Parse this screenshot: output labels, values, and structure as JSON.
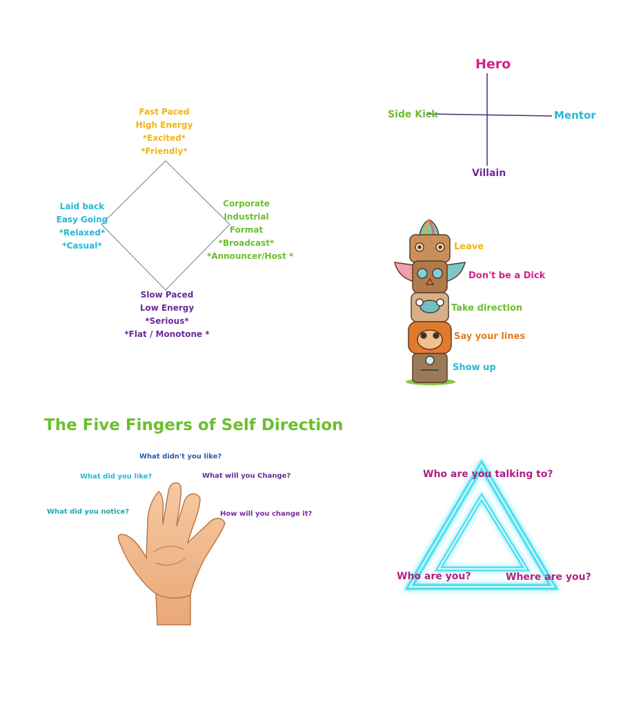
{
  "colors": {
    "yellow": "#f2b418",
    "cyan": "#25b8d4",
    "green": "#6bbf2e",
    "purple": "#6a2a9a",
    "magenta": "#d41f8a",
    "orange": "#e07b1e",
    "blue": "#2a5ba8",
    "teal": "#1aa9a6",
    "violet": "#7a2aa0"
  },
  "energy_diamond": {
    "top": [
      "Fast Paced",
      "High Energy",
      "*Excited*",
      "*Friendly*"
    ],
    "left": [
      "Laid back",
      "Easy Going",
      "*Relaxed*",
      "*Casual*"
    ],
    "right": [
      "Corporate",
      "Industrial",
      "Format",
      "*Broadcast*",
      "*Announcer/Host *"
    ],
    "bottom": [
      "Slow Paced",
      "Low Energy",
      "*Serious*",
      "*Flat / Monotone *"
    ]
  },
  "roles_cross": {
    "top": "Hero",
    "left": "Side Kick",
    "right": "Mentor",
    "bottom": "Villain"
  },
  "totem": {
    "items": [
      "Leave",
      "Don't be a Dick",
      "Take direction",
      "Say your lines",
      "Show up"
    ],
    "icon": "totem-pole-icon"
  },
  "five_fingers": {
    "title": "The Five Fingers of Self Direction",
    "questions": [
      "What didn't you like?",
      "What did you like?",
      "What will you Change?",
      "What did you notice?",
      "How will you change it?"
    ],
    "icon": "hand-icon"
  },
  "triangle": {
    "top": "Who are you talking to?",
    "left": "Who are you?",
    "right": "Where are you?"
  }
}
